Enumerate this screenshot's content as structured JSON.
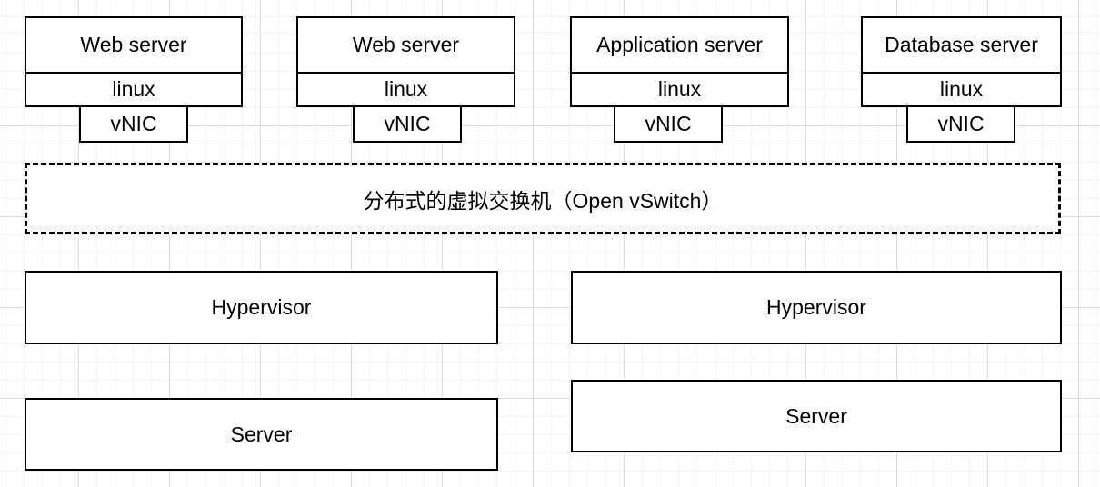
{
  "diagram": {
    "vms": [
      {
        "title": "Web server",
        "os": "linux",
        "nic": "vNIC"
      },
      {
        "title": "Web server",
        "os": "linux",
        "nic": "vNIC"
      },
      {
        "title": "Application server",
        "os": "linux",
        "nic": "vNIC"
      },
      {
        "title": "Database server",
        "os": "linux",
        "nic": "vNIC"
      }
    ],
    "vswitch": {
      "label": "分布式的虚拟交换机（Open vSwitch）"
    },
    "hypervisors": [
      {
        "label": "Hypervisor"
      },
      {
        "label": "Hypervisor"
      }
    ],
    "servers": [
      {
        "label": "Server"
      },
      {
        "label": "Server"
      }
    ],
    "colors": {
      "stroke": "#000000",
      "fill": "#ffffff",
      "grid_minor": "#f3f3f3",
      "grid_major": "#dcdcdc"
    }
  }
}
